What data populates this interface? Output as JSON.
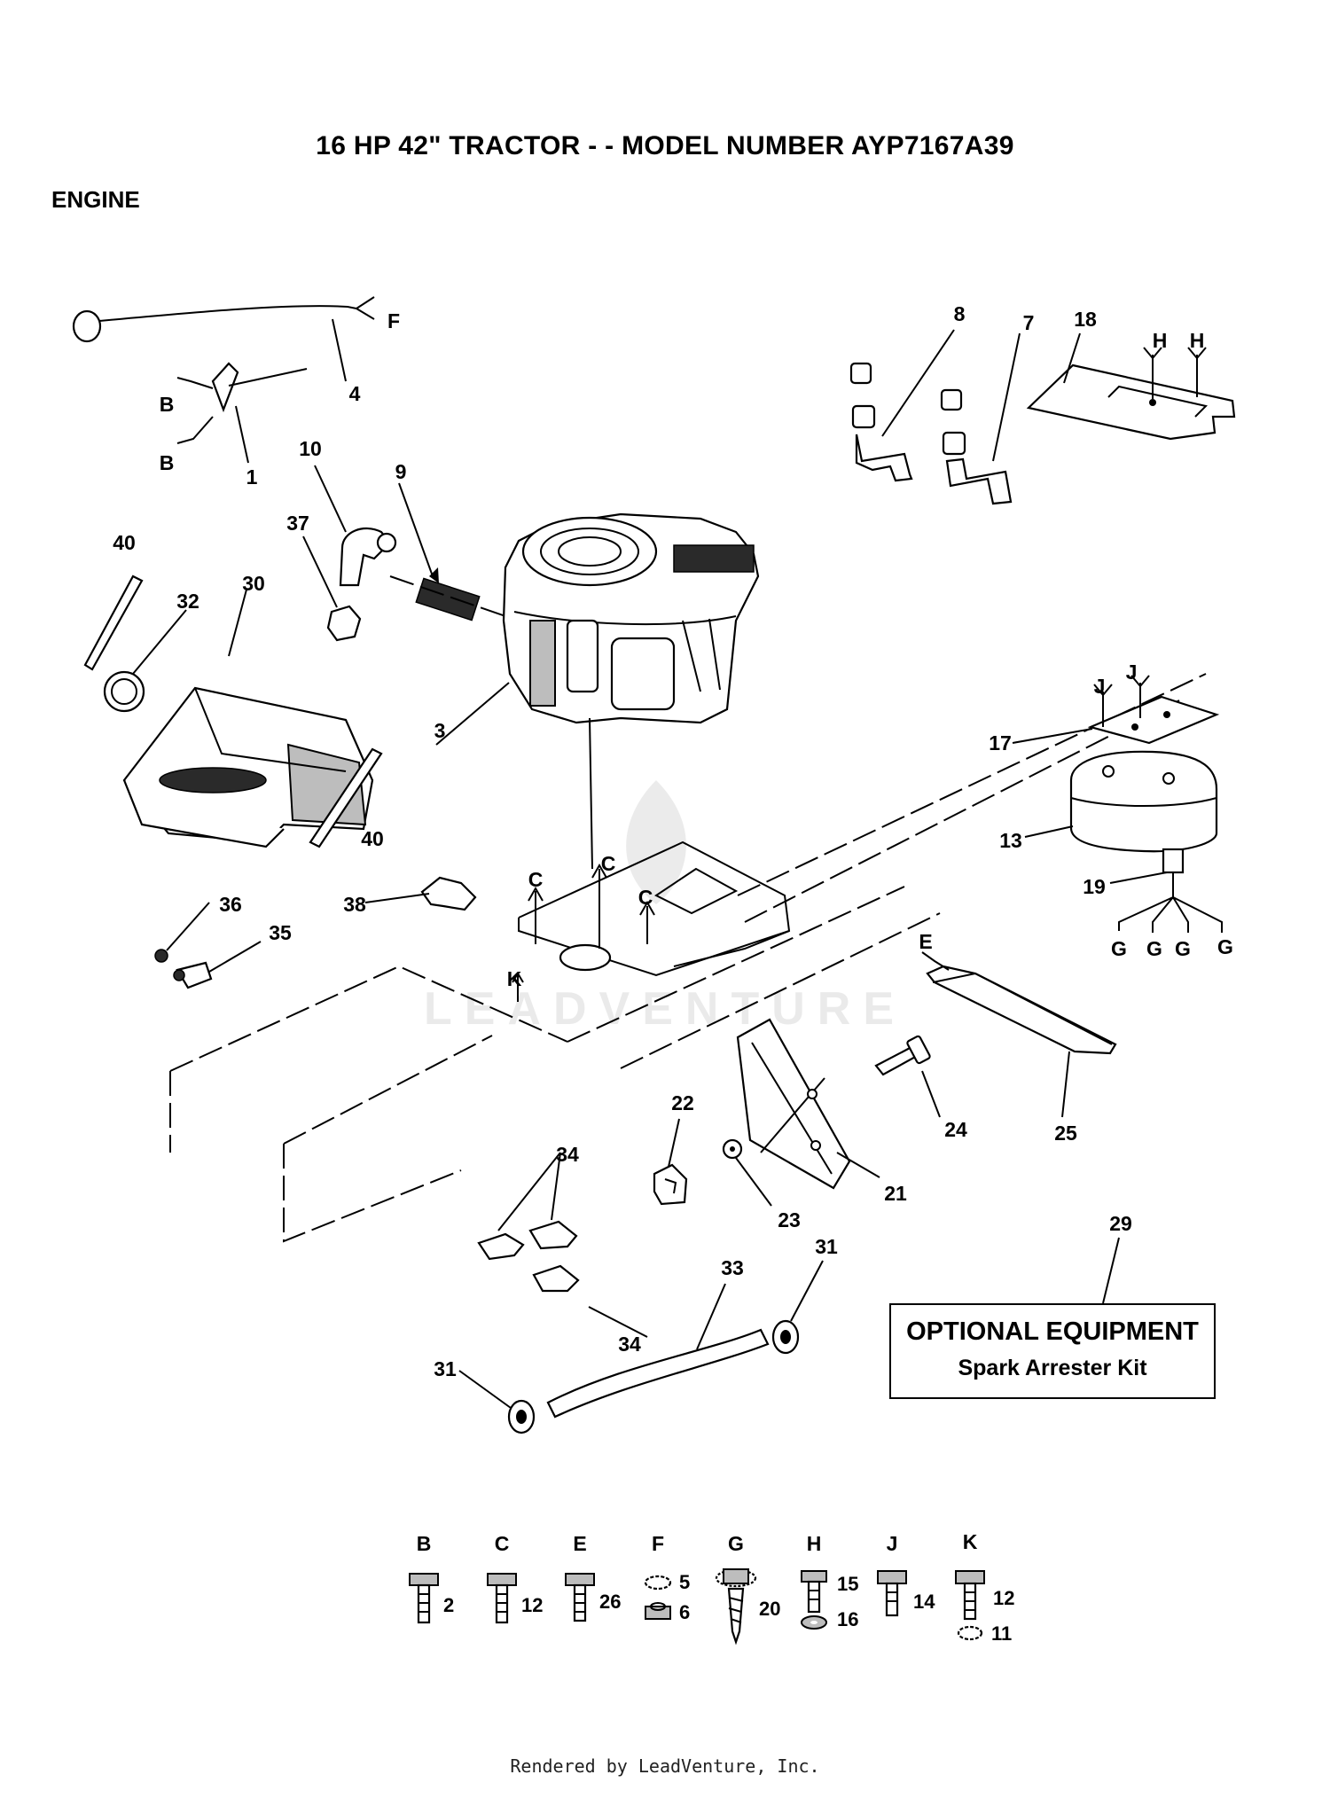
{
  "header": {
    "title": "16 HP 42\" TRACTOR - - MODEL NUMBER AYP7167A39",
    "section": "ENGINE"
  },
  "callouts": [
    {
      "id": "c1",
      "text": "1"
    },
    {
      "id": "c3",
      "text": "3"
    },
    {
      "id": "c4",
      "text": "4"
    },
    {
      "id": "c7",
      "text": "7"
    },
    {
      "id": "c8",
      "text": "8"
    },
    {
      "id": "c9",
      "text": "9"
    },
    {
      "id": "c10",
      "text": "10"
    },
    {
      "id": "c13",
      "text": "13"
    },
    {
      "id": "c17",
      "text": "17"
    },
    {
      "id": "c18",
      "text": "18"
    },
    {
      "id": "c19",
      "text": "19"
    },
    {
      "id": "c21",
      "text": "21"
    },
    {
      "id": "c22",
      "text": "22"
    },
    {
      "id": "c23",
      "text": "23"
    },
    {
      "id": "c24",
      "text": "24"
    },
    {
      "id": "c25",
      "text": "25"
    },
    {
      "id": "c29",
      "text": "29"
    },
    {
      "id": "c30",
      "text": "30"
    },
    {
      "id": "c31a",
      "text": "31"
    },
    {
      "id": "c31b",
      "text": "31"
    },
    {
      "id": "c32",
      "text": "32"
    },
    {
      "id": "c33",
      "text": "33"
    },
    {
      "id": "c34a",
      "text": "34"
    },
    {
      "id": "c34b",
      "text": "34"
    },
    {
      "id": "c35",
      "text": "35"
    },
    {
      "id": "c36",
      "text": "36"
    },
    {
      "id": "c37",
      "text": "37"
    },
    {
      "id": "c38",
      "text": "38"
    },
    {
      "id": "c40a",
      "text": "40"
    },
    {
      "id": "c40b",
      "text": "40"
    }
  ],
  "fastener_refs": [
    {
      "id": "fF",
      "text": "F"
    },
    {
      "id": "fB1",
      "text": "B"
    },
    {
      "id": "fB2",
      "text": "B"
    },
    {
      "id": "fH1",
      "text": "H"
    },
    {
      "id": "fH2",
      "text": "H"
    },
    {
      "id": "fJ1",
      "text": "J"
    },
    {
      "id": "fJ2",
      "text": "J"
    },
    {
      "id": "fC1",
      "text": "C"
    },
    {
      "id": "fC2",
      "text": "C"
    },
    {
      "id": "fC3",
      "text": "C"
    },
    {
      "id": "fK",
      "text": "K"
    },
    {
      "id": "fE",
      "text": "E"
    },
    {
      "id": "fG1",
      "text": "G"
    },
    {
      "id": "fG2",
      "text": "G"
    },
    {
      "id": "fG3",
      "text": "G"
    },
    {
      "id": "fG4",
      "text": "G"
    }
  ],
  "optional_equipment": {
    "title": "OPTIONAL EQUIPMENT",
    "subtitle": "Spark Arrester Kit"
  },
  "fastener_legend": [
    {
      "letter": "B",
      "parts": [
        "2"
      ]
    },
    {
      "letter": "C",
      "parts": [
        "12"
      ]
    },
    {
      "letter": "E",
      "parts": [
        "26"
      ]
    },
    {
      "letter": "F",
      "parts": [
        "5",
        "6"
      ]
    },
    {
      "letter": "G",
      "parts": [
        "20"
      ]
    },
    {
      "letter": "H",
      "parts": [
        "15",
        "16"
      ]
    },
    {
      "letter": "J",
      "parts": [
        "14"
      ]
    },
    {
      "letter": "K",
      "parts": [
        "12",
        "11"
      ]
    }
  ],
  "watermark": "LEADVENTURE",
  "footer": "Rendered by LeadVenture, Inc."
}
